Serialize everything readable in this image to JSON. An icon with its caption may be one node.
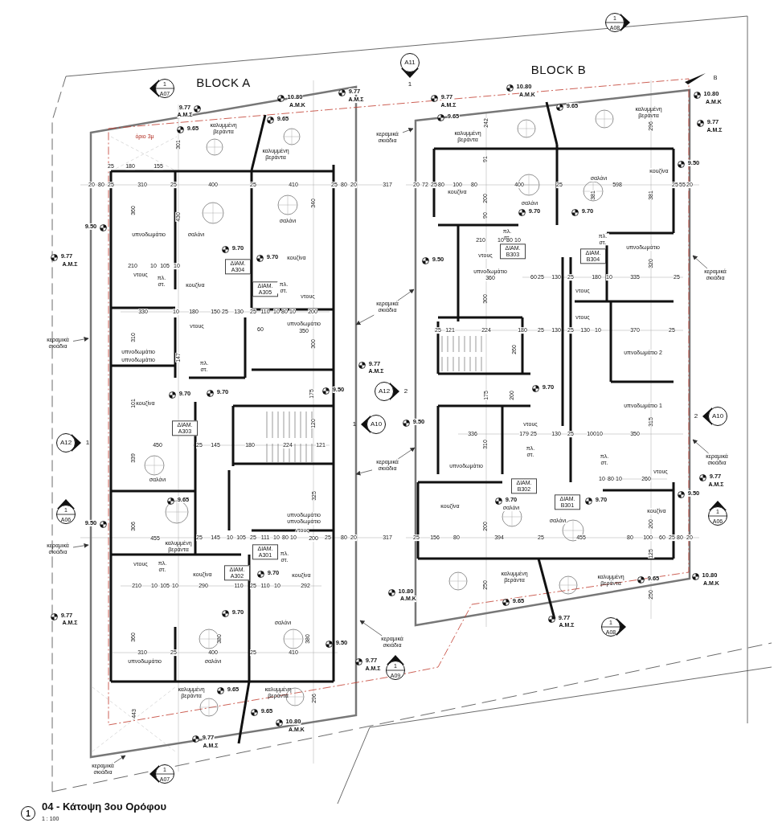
{
  "diagram": {
    "title": "04 - Κάτοψη 3ου Ορόφου",
    "nodes": [
      {
        "text": [
          "1",
          "A07"
        ]
      },
      {
        "text": [
          "A11",
          "1"
        ]
      },
      {
        "text": [
          "1",
          "A08"
        ]
      },
      {
        "text": [
          "A12",
          "2"
        ]
      },
      {
        "text": [
          "1",
          "A10"
        ]
      },
      {
        "text": [
          "A12",
          "1"
        ]
      },
      {
        "text": [
          "1",
          "A06"
        ]
      },
      {
        "text": [
          "1",
          "A06"
        ]
      },
      {
        "text": [
          "2",
          "A10"
        ]
      },
      {
        "text": [
          "1",
          "A09"
        ]
      },
      {
        "text": [
          "1",
          "A07"
        ]
      },
      {
        "text": [
          "1",
          "A08"
        ]
      },
      {
        "text": [
          "κεραμικά σκιάδια"
        ]
      },
      {
        "text": [
          "κεραμικά σκιάδια"
        ]
      },
      {
        "text": [
          "κεραμικά σκιάδια"
        ]
      },
      {
        "text": [
          "κεραμικά σκιάδια"
        ]
      },
      {
        "text": [
          "κεραμικά σκιάδια"
        ]
      },
      {
        "text": [
          "κεραμικά σκιάδια"
        ]
      },
      {
        "text": [
          "κεραμικά σκιάδια"
        ]
      },
      {
        "text": [
          "κεραμικά σκιάδια"
        ]
      },
      {
        "text": [
          "κεραμικά σκιάδια"
        ]
      }
    ],
    "edges": [
      {
        "from": 12,
        "to": null,
        "arrow": "to"
      },
      {
        "from": 13,
        "to": null,
        "arrow": "to"
      },
      {
        "from": 13,
        "to": null,
        "arrow": "to"
      },
      {
        "from": 14,
        "to": null,
        "arrow": "to"
      },
      {
        "from": 15,
        "to": null,
        "arrow": "to"
      },
      {
        "from": 15,
        "to": null,
        "arrow": "to"
      },
      {
        "from": 16,
        "to": null,
        "arrow": "to"
      },
      {
        "from": 17,
        "to": null,
        "arrow": "to"
      },
      {
        "from": 18,
        "to": null,
        "arrow": "to"
      },
      {
        "from": 19,
        "to": null,
        "arrow": "to"
      },
      {
        "from": 20,
        "to": null,
        "arrow": "to"
      }
    ],
    "labels": [
      "BLOCK A",
      "BLOCK B",
      "9.77",
      "Α.Μ.Σ",
      "10.80",
      "Α.Μ.Κ",
      "9.77",
      "Α.Μ.Σ",
      "9.65",
      "καλυμμένη βεράντα",
      "όριο 3μ",
      "9.65",
      "καλυμμένη βεράντα",
      "301",
      "25",
      "180",
      "155",
      "20",
      "80",
      "25",
      "310",
      "25",
      "400",
      "25",
      "410",
      "25",
      "80",
      "20",
      "317",
      "360",
      "430",
      "340",
      "σαλόνι",
      "σαλόνι",
      "9.50",
      "υπνοδωμάτιο",
      "9.70",
      "9.70",
      "κουζίνα",
      "9.77",
      "Α.Μ.Σ",
      "ΔΙΑΜ. Α304",
      "210",
      "10",
      "105",
      "10",
      "ντους",
      "πλ. στ.",
      "κουζίνα",
      "ΔΙΑΜ. Α305",
      "πλ. στ.",
      "ντους",
      "330",
      "10",
      "180",
      "150",
      "25",
      "130",
      "25",
      "110",
      "10",
      "80",
      "10",
      "200",
      "ντους",
      "υπνοδωμάτιο",
      "350",
      "60",
      "310",
      "300",
      "υπνοδωμάτιο",
      "υπνοδωμάτιο",
      "147",
      "πλ. στ.",
      "9.77",
      "Α.Μ.Σ",
      "9.50",
      "9.70",
      "9.70",
      "175",
      "101",
      "κουζίνα",
      "ΔΙΑΜ. Α303",
      "120",
      "450",
      "25",
      "145",
      "180",
      "224",
      "121",
      "339",
      "σαλόνι",
      "325",
      "υπνοδωμάτιο",
      "υπνοδωμάτιο",
      "9.65",
      "306",
      "9.50",
      "455",
      "καλυμμένη βεράντα",
      "25",
      "145",
      "10",
      "105",
      "25",
      "111",
      "10",
      "80",
      "10",
      "200",
      "25",
      "80",
      "20",
      "317",
      "ντους",
      "ΔΙΑΜ. Α301",
      "πλ. στ.",
      "ντους",
      "πλ. στ.",
      "κουζίνα",
      "ΔΙΑΜ. Α302",
      "9.70",
      "κουζίνα",
      "210",
      "10",
      "105",
      "10",
      "290",
      "110",
      "25",
      "110",
      "10",
      "292",
      "9.70",
      "9.77",
      "Α.Μ.Σ",
      "σαλόνι",
      "360",
      "380",
      "380",
      "9.50",
      "310",
      "25",
      "400",
      "25",
      "410",
      "υπνοδωμάτιο",
      "σαλόνι",
      "9.77",
      "Α.Μ.Σ",
      "καλυμμένη βεράντα",
      "9.65",
      "καλυμμένη βεράντα",
      "296",
      "9.65",
      "10.80",
      "Α.Μ.Κ",
      "443",
      "9.77",
      "Α.Μ.Σ",
      "9.77",
      "Α.Μ.Σ",
      "10.80",
      "Α.Μ.Κ",
      "9.65",
      "242",
      "καλυμμένη βεράντα",
      "9.65",
      "καλυμμένη βεράντα",
      "296",
      "10.80",
      "Α.Μ.Κ",
      "9.77",
      "Α.Μ.Σ",
      "91",
      "9.50",
      "κουζίνα",
      "σαλόνι",
      "20",
      "72",
      "25",
      "80",
      "100",
      "80",
      "200",
      "400",
      "25",
      "381",
      "598",
      "381",
      "25",
      "55",
      "20",
      "κουζίνα",
      "σαλόνι",
      "9.70",
      "9.70",
      "90",
      "πλ. στ.",
      "πλ. στ.",
      "210",
      "10",
      "80",
      "10",
      "ΔΙΑΜ. Β303",
      "ΔΙΑΜ. Β304",
      "ντους",
      "υπνοδωμάτιο",
      "9.50",
      "υπνοδωμάτιο",
      "360",
      "60",
      "25",
      "130",
      "25",
      "180",
      "10",
      "335",
      "25",
      "320",
      "300",
      "ντους",
      "ντους",
      "25",
      "121",
      "224",
      "180",
      "25",
      "130",
      "25",
      "130",
      "10",
      "370",
      "25",
      "260",
      "υπνοδωμάτιο 2",
      "9.70",
      "175",
      "200",
      "9.50",
      "υπνοδωμάτιο 1",
      "ντους",
      "336",
      "179",
      "25",
      "130",
      "25",
      "100",
      "10",
      "350",
      "310",
      "315",
      "πλ. στ.",
      "πλ. στ.",
      "υπνοδωμάτιο",
      "ντους",
      "10",
      "80",
      "10",
      "260",
      "9.77",
      "Α.Μ.Σ",
      "ΔΙΑΜ. Β302",
      "9.50",
      "9.70",
      "σαλόνι",
      "ΔΙΑΜ. Β301",
      "9.70",
      "κουζίνα",
      "κουζίνα",
      "σαλόνι",
      "200",
      "200",
      "25",
      "156",
      "80",
      "394",
      "25",
      "455",
      "80",
      "100",
      "60",
      "25",
      "80",
      "20",
      "125",
      "καλυμμένη βεράντα",
      "καλυμμένη βεράντα",
      "9.65",
      "10.80",
      "Α.Μ.Κ",
      "10.80",
      "Α.Μ.Κ",
      "250",
      "250",
      "9.65",
      "9.77",
      "Α.Μ.Σ",
      "1",
      "1 : 100",
      "Β"
    ]
  }
}
